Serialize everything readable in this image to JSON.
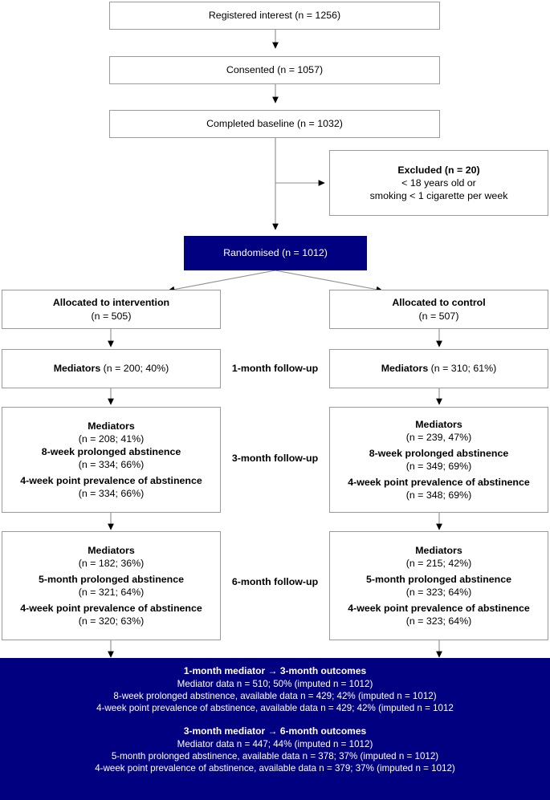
{
  "diagram": {
    "title": "CONSORT participant flow diagram",
    "colors": {
      "navy": "#000080",
      "box_border": "#9a9a9a",
      "text": "#000000",
      "invert_text": "#ffffff"
    }
  },
  "enrolment": {
    "registered": "Registered interest (n = 1256)",
    "consented": "Consented (n = 1057)",
    "baseline": "Completed baseline (n = 1032)"
  },
  "excluded": {
    "heading": "Excluded (n = 20)",
    "reason_1": "< 18 years old or",
    "reason_2": "smoking < 1 cigarette per week"
  },
  "randomised": {
    "label": "Randomised (n = 1012)"
  },
  "allocation": {
    "intervention": {
      "heading": "Allocated to intervention",
      "n": "(n = 505)"
    },
    "control": {
      "heading": "Allocated to control",
      "n": "(n = 507)"
    }
  },
  "followups": [
    {
      "label": "1-month follow-up"
    },
    {
      "label": "3-month follow-up"
    },
    {
      "label": "6-month follow-up"
    }
  ],
  "month1": {
    "intervention": {
      "mediators_label": "Mediators",
      "mediators_value": " (n = 200; 40%)"
    },
    "control": {
      "mediators_label": "Mediators",
      "mediators_value": " (n = 310; 61%)"
    }
  },
  "month3": {
    "intervention": {
      "mediators_label": "Mediators",
      "mediators_n": "(n = 208;  41%)",
      "prolonged_label": "8-week prolonged abstinence",
      "prolonged_n": "(n = 334; 66%)",
      "pointprev_label": "4-week point prevalence of abstinence",
      "pointprev_n": "(n = 334; 66%)"
    },
    "control": {
      "mediators_label": "Mediators",
      "mediators_n": "(n = 239, 47%)",
      "prolonged_label": "8-week prolonged abstinence",
      "prolonged_n": "(n = 349; 69%)",
      "pointprev_label": "4-week point prevalence of abstinence",
      "pointprev_n": "(n = 348; 69%)"
    }
  },
  "month6": {
    "intervention": {
      "mediators_label": "Mediators",
      "mediators_n": "(n = 182; 36%)",
      "prolonged_label": "5-month prolonged abstinence",
      "prolonged_n": "(n = 321; 64%)",
      "pointprev_label": "4-week point prevalence of abstinence",
      "pointprev_n": "(n = 320; 63%)"
    },
    "control": {
      "mediators_label": "Mediators",
      "mediators_n": "(n = 215; 42%)",
      "prolonged_label": "5-month prolonged abstinence",
      "prolonged_n": "(n = 323; 64%)",
      "pointprev_label": "4-week point prevalence of abstinence",
      "pointprev_n": "(n = 323; 64%)"
    }
  },
  "summary": {
    "block_1": {
      "heading": "1-month mediator → 3-month outcomes",
      "line_1": "Mediator data n = 510; 50% (imputed n = 1012)",
      "line_2": "8-week prolonged abstinence, available data n = 429; 42% (imputed n = 1012)",
      "line_3": "4-week point prevalence of abstinence, available data n = 429; 42% (imputed n = 1012"
    },
    "block_2": {
      "heading": "3-month mediator → 6-month outcomes",
      "line_1": "Mediator data n = 447; 44% (imputed n = 1012)",
      "line_2": "5-month prolonged abstinence, available data n = 378; 37% (imputed n = 1012)",
      "line_3": "4-week point prevalence of abstinence, available data n = 379; 37% (imputed n = 1012)"
    }
  },
  "chart_data": {
    "type": "diagram",
    "title": "CONSORT flow diagram",
    "nodes": [
      {
        "id": "registered",
        "label": "Registered interest",
        "n": 1256
      },
      {
        "id": "consented",
        "label": "Consented",
        "n": 1057
      },
      {
        "id": "baseline",
        "label": "Completed baseline",
        "n": 1032
      },
      {
        "id": "excluded",
        "label": "Excluded",
        "n": 20
      },
      {
        "id": "randomised",
        "label": "Randomised",
        "n": 1012
      },
      {
        "id": "alloc-intervention",
        "label": "Allocated to intervention",
        "n": 505
      },
      {
        "id": "alloc-control",
        "label": "Allocated to control",
        "n": 507
      },
      {
        "id": "m1-intervention",
        "label": "Mediators 1-month intervention",
        "n": 200,
        "pct": 40
      },
      {
        "id": "m1-control",
        "label": "Mediators 1-month control",
        "n": 310,
        "pct": 61
      },
      {
        "id": "m3-intervention-mediators",
        "label": "Mediators 3-month intervention",
        "n": 208,
        "pct": 41
      },
      {
        "id": "m3-intervention-prolonged",
        "label": "8-week prolonged abstinence intervention",
        "n": 334,
        "pct": 66
      },
      {
        "id": "m3-intervention-pointprev",
        "label": "4-week point prevalence intervention",
        "n": 334,
        "pct": 66
      },
      {
        "id": "m3-control-mediators",
        "label": "Mediators 3-month control",
        "n": 239,
        "pct": 47
      },
      {
        "id": "m3-control-prolonged",
        "label": "8-week prolonged abstinence control",
        "n": 349,
        "pct": 69
      },
      {
        "id": "m3-control-pointprev",
        "label": "4-week point prevalence control",
        "n": 348,
        "pct": 69
      },
      {
        "id": "m6-intervention-mediators",
        "label": "Mediators 6-month intervention",
        "n": 182,
        "pct": 36
      },
      {
        "id": "m6-intervention-prolonged",
        "label": "5-month prolonged abstinence intervention",
        "n": 321,
        "pct": 64
      },
      {
        "id": "m6-intervention-pointprev",
        "label": "4-week point prevalence intervention",
        "n": 320,
        "pct": 63
      },
      {
        "id": "m6-control-mediators",
        "label": "Mediators 6-month control",
        "n": 215,
        "pct": 42
      },
      {
        "id": "m6-control-prolonged",
        "label": "5-month prolonged abstinence control",
        "n": 323,
        "pct": 64
      },
      {
        "id": "m6-control-pointprev",
        "label": "4-week point prevalence control",
        "n": 323,
        "pct": 64
      }
    ],
    "edges": [
      {
        "from": "registered",
        "to": "consented"
      },
      {
        "from": "consented",
        "to": "baseline"
      },
      {
        "from": "baseline",
        "to": "excluded"
      },
      {
        "from": "baseline",
        "to": "randomised"
      },
      {
        "from": "randomised",
        "to": "alloc-intervention"
      },
      {
        "from": "randomised",
        "to": "alloc-control"
      },
      {
        "from": "alloc-intervention",
        "to": "m1-intervention"
      },
      {
        "from": "alloc-control",
        "to": "m1-control"
      },
      {
        "from": "m1-intervention",
        "to": "m3-intervention-mediators"
      },
      {
        "from": "m1-control",
        "to": "m3-control-mediators"
      },
      {
        "from": "m3-intervention-mediators",
        "to": "m6-intervention-mediators"
      },
      {
        "from": "m3-control-mediators",
        "to": "m6-control-mediators"
      }
    ]
  }
}
